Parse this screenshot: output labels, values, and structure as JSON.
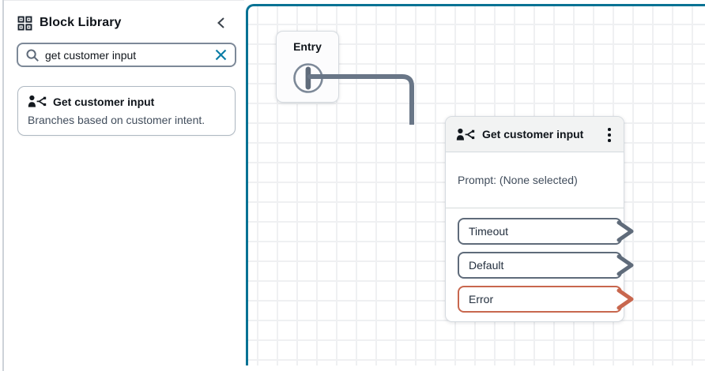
{
  "sidebar": {
    "title": "Block Library",
    "search": {
      "value": "get customer input"
    },
    "results": [
      {
        "title": "Get customer input",
        "description": "Branches based on customer intent."
      }
    ]
  },
  "canvas": {
    "entry": {
      "title": "Entry"
    },
    "block": {
      "title": "Get customer input",
      "prompt": "Prompt: (None selected)",
      "branches": [
        {
          "label": "Timeout",
          "type": "default"
        },
        {
          "label": "Default",
          "type": "default"
        },
        {
          "label": "Error",
          "type": "error"
        }
      ]
    }
  },
  "icons": {
    "sidebar_header": "grid-icon",
    "search_field": "magnifier-icon",
    "search_clear": "x-icon",
    "panel_collapse": "chevron-left-icon",
    "block_type": "person-branch-icon",
    "block_menu": "kebab-menu-icon",
    "entry_output": "circle-port-icon",
    "branch_output": "chevron-right-icon"
  },
  "colors": {
    "canvas_border_teal": "#077294",
    "clear_icon_blue": "#0b7da6",
    "connector_slate": "#697687",
    "branch_border": "#5f6b7a",
    "error_branch": "#c8674e",
    "header_gray": "#f2f3f3"
  }
}
